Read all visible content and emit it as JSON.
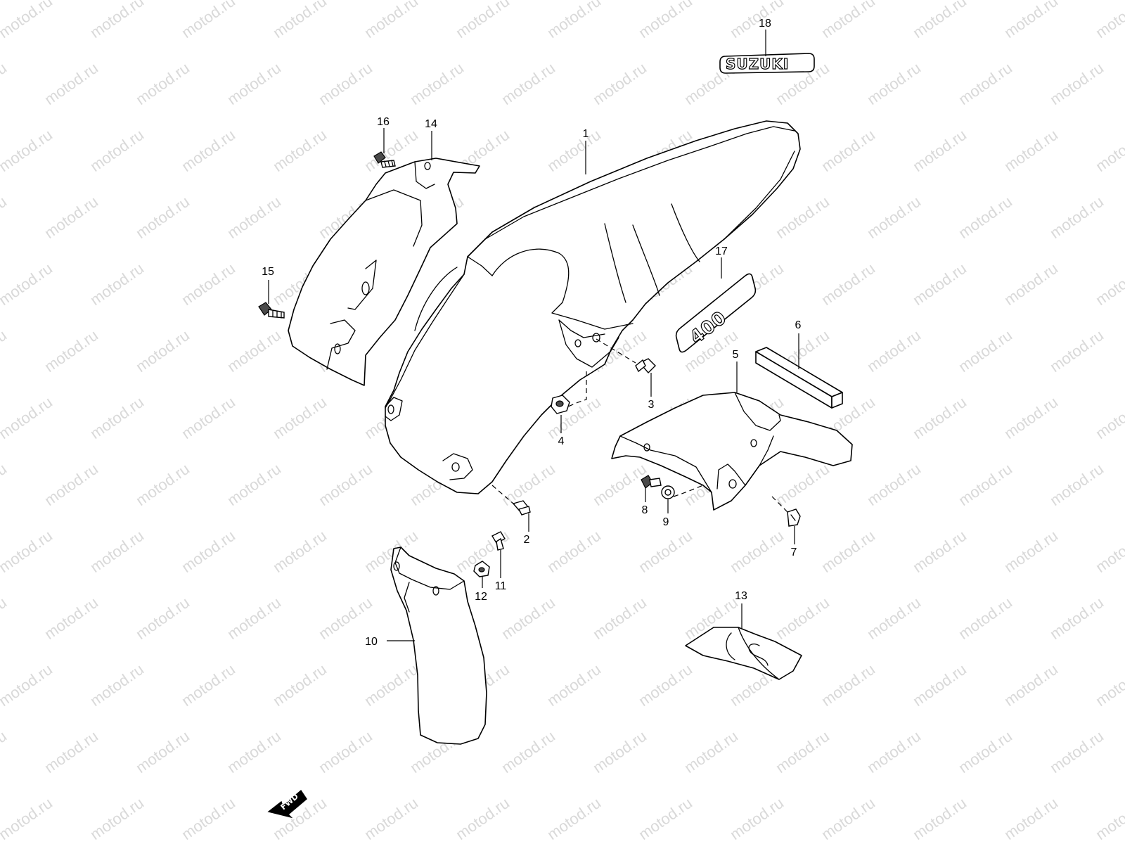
{
  "watermark": "motod.ru",
  "callouts": [
    {
      "id": "1",
      "text": "1"
    },
    {
      "id": "2",
      "text": "2"
    },
    {
      "id": "3",
      "text": "3"
    },
    {
      "id": "4",
      "text": "4"
    },
    {
      "id": "5",
      "text": "5"
    },
    {
      "id": "6",
      "text": "6"
    },
    {
      "id": "7",
      "text": "7"
    },
    {
      "id": "8",
      "text": "8"
    },
    {
      "id": "9",
      "text": "9"
    },
    {
      "id": "10",
      "text": "10"
    },
    {
      "id": "11",
      "text": "11"
    },
    {
      "id": "12",
      "text": "12"
    },
    {
      "id": "13",
      "text": "13"
    },
    {
      "id": "14",
      "text": "14"
    },
    {
      "id": "15",
      "text": "15"
    },
    {
      "id": "16",
      "text": "16"
    },
    {
      "id": "17",
      "text": "17"
    },
    {
      "id": "18",
      "text": "18"
    }
  ],
  "emblems": {
    "suzuki": "SUZUKI",
    "model": "400",
    "fwd": "FWD"
  },
  "colors": {
    "line": "#000000",
    "watermark": "#d9d9d9",
    "background": "#ffffff"
  }
}
